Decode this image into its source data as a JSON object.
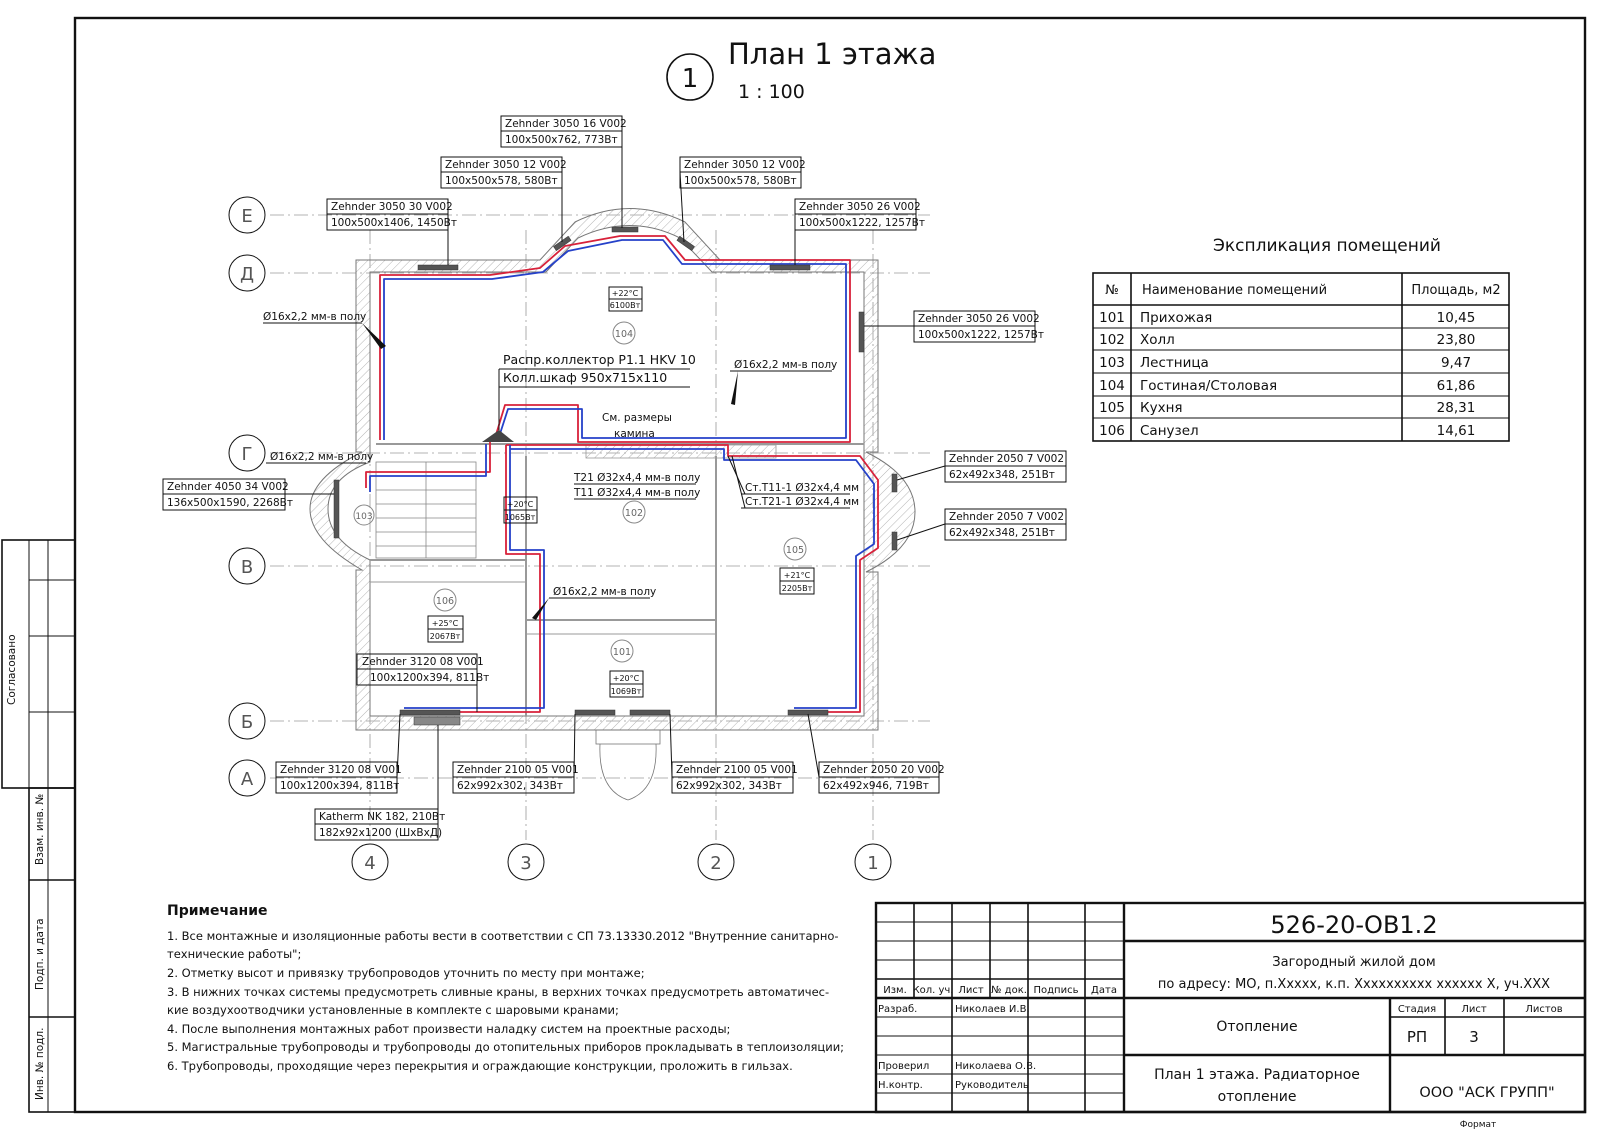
{
  "header": {
    "sheet_number": "1",
    "title": "План 1 этажа",
    "scale": "1 : 100"
  },
  "grid": {
    "rows": [
      "Е",
      "Д",
      "Г",
      "В",
      "Б",
      "А"
    ],
    "cols": [
      "4",
      "3",
      "2",
      "1"
    ]
  },
  "rooms": [
    {
      "number": "104",
      "temp": "+22°С",
      "power": "6100Вт"
    },
    {
      "number": "102",
      "temp": "+20°С",
      "power": "1065Вт"
    },
    {
      "number": "105",
      "temp": "+21°С",
      "power": "2205Вт"
    },
    {
      "number": "106",
      "temp": "+25°С",
      "power": "2067Вт"
    },
    {
      "number": "101",
      "temp": "+20°С",
      "power": "1069Вт"
    },
    {
      "number": "103"
    }
  ],
  "radiators": [
    {
      "l1": "Zehnder 3050 16 V002",
      "l2": "100х500х762, 773Вт"
    },
    {
      "l1": "Zehnder 3050 12 V002",
      "l2": "100х500х578, 580Вт"
    },
    {
      "l1": "Zehnder 3050 12 V002",
      "l2": "100х500х578, 580Вт"
    },
    {
      "l1": "Zehnder 3050 30 V002",
      "l2": "100х500х1406, 1450Вт"
    },
    {
      "l1": "Zehnder 3050 26 V002",
      "l2": "100х500х1222, 1257Вт"
    },
    {
      "l1": "Zehnder 3050 26 V002",
      "l2": "100х500х1222, 1257Вт"
    },
    {
      "l1": "Zehnder 2050 7 V002",
      "l2": "62х492х348, 251Вт"
    },
    {
      "l1": "Zehnder 2050 7 V002",
      "l2": "62х492х348, 251Вт"
    },
    {
      "l1": "Zehnder 4050 34 V002",
      "l2": "136х500х1590, 2268Вт"
    },
    {
      "l1": "Zehnder 3120 08 V001",
      "l2": "100х1200х394, 811Вт"
    },
    {
      "l1": "Zehnder 3120 08 V001",
      "l2": "100х1200х394, 811Вт"
    },
    {
      "l1": "Zehnder 2100 05 V001",
      "l2": "62х992х302, 343Вт"
    },
    {
      "l1": "Zehnder 2100 05 V001",
      "l2": "62х992х302, 343Вт"
    },
    {
      "l1": "Zehnder 2050 20 V002",
      "l2": "62х492х946, 719Вт"
    },
    {
      "l1": "Katherm NK 182, 210Вт",
      "l2": "182х92х1200 (ШхВхД)"
    }
  ],
  "annotations": {
    "pipe_floor": "Ø16х2,2 мм-в полу",
    "collector_1": "Распр.коллектор P1.1 HKV 10",
    "collector_2": "Колл.шкаф 950х715х110",
    "fireplace_1": "См. размеры",
    "fireplace_2": "камина",
    "riser_1": "Т21 Ø32х4,4 мм-в полу",
    "riser_2": "Т11 Ø32х4,4 мм-в полу",
    "riser_3": "Ст.Т11-1 Ø32х4,4 мм",
    "riser_4": "Ст.Т21-1 Ø32х4,4 мм"
  },
  "explication": {
    "title": "Экспликация помещений",
    "headers": [
      "№",
      "Наименование помещений",
      "Площадь, м2"
    ],
    "rows": [
      [
        "101",
        "Прихожая",
        "10,45"
      ],
      [
        "102",
        "Холл",
        "23,80"
      ],
      [
        "103",
        "Лестница",
        "9,47"
      ],
      [
        "104",
        "Гостиная/Столовая",
        "61,86"
      ],
      [
        "105",
        "Кухня",
        "28,31"
      ],
      [
        "106",
        "Санузел",
        "14,61"
      ]
    ]
  },
  "notes": {
    "title": "Примечание",
    "lines": [
      "1. Все монтажные и изоляционные работы вести в соответствии с СП 73.13330.2012 \"Внутренние санитарно-",
      "технические работы\";",
      "2. Отметку высот и привязку трубопроводов уточнить по месту при монтаже;",
      "3. В нижних точках системы предусмотреть сливные краны, в верхних точках предусмотреть автоматичес-",
      "кие воздухоотводчики установленные в комплекте с шаровыми кранами;",
      "4. После выполнения монтажных работ произвести наладку систем на проектные расходы;",
      "5. Магистральные трубопроводы и трубопроводы до отопительных приборов прокладывать в теплоизоляции;",
      "6. Трубопроводы, проходящие через перекрытия и ограждающие конструкции, проложить в гильзах."
    ]
  },
  "title_block": {
    "code": "526-20-ОВ1.2",
    "project_1": "Загородный жилой дом",
    "project_2": "по адресу: МО, п.Ххххх, к.п. Хххххххххх хххххх Х, уч.ХХХ",
    "col_headers": [
      "Изм.",
      "Кол. уч.",
      "Лист",
      "№ док.",
      "Подпись",
      "Дата"
    ],
    "razrab": "Разраб.",
    "razrab_name": "Николаев И.В.",
    "proveril": "Проверил",
    "proveril_name": "Николаева О.В.",
    "nkontr": "Н.контр.",
    "nkontr_name": "Руководитель",
    "section": "Отопление",
    "stage_header": "Стадия",
    "sheet_header": "Лист",
    "sheets_header": "Листов",
    "stage": "РП",
    "sheet": "3",
    "sheet_title_1": "План 1 этажа. Радиаторное",
    "sheet_title_2": "отопление",
    "company": "ООО \"АСК ГРУПП\"",
    "format_label": "Формат"
  },
  "side_stamp": {
    "agreed": "Согласовано",
    "vzam": "Взам. инв. №",
    "podp": "Подп. и дата",
    "inv": "Инв. № подл."
  },
  "colors": {
    "supply": "#d8213a",
    "return": "#2541c9"
  }
}
